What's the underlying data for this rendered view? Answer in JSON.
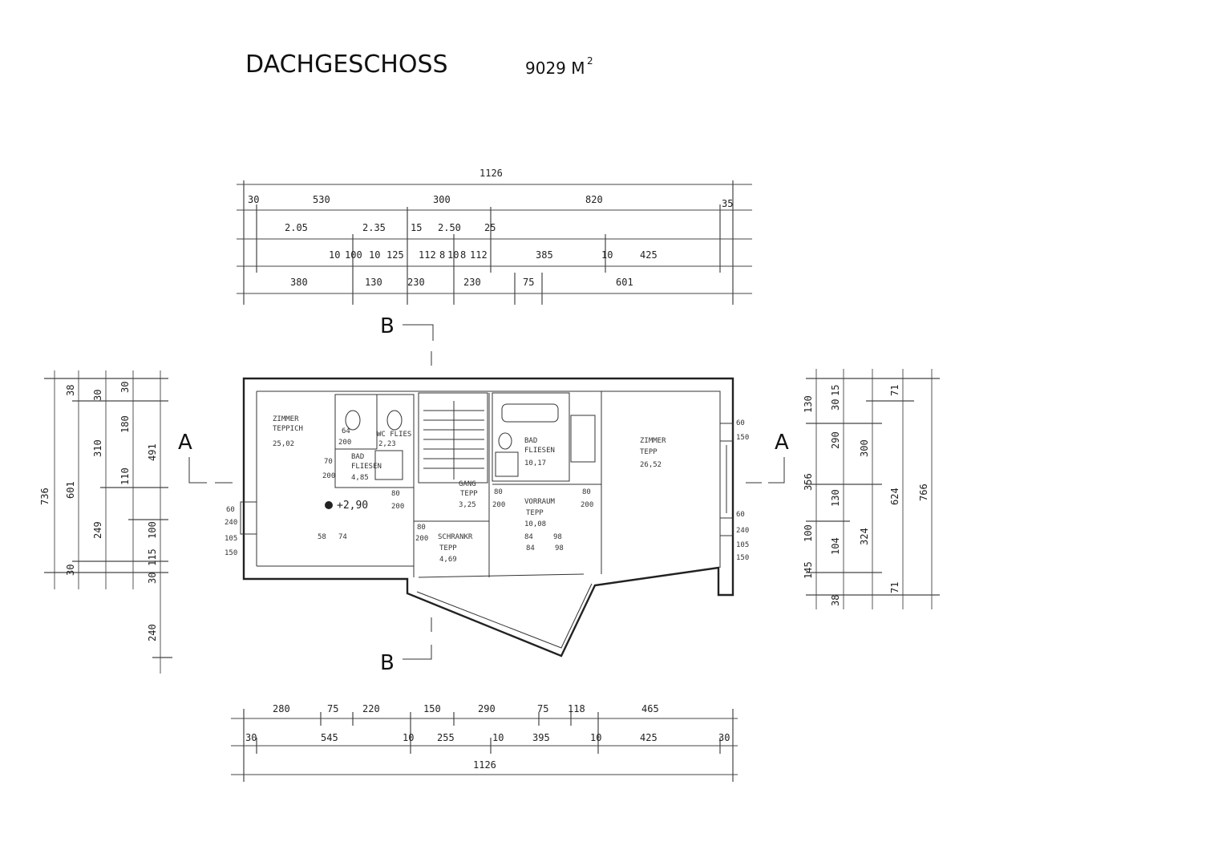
{
  "title": "DACHGESCHOSS",
  "area": "9029 M",
  "area_sup": "2",
  "section_a": "A",
  "section_b": "B",
  "top_overall": "1126",
  "top_row1": [
    "30",
    "530",
    "300",
    "820",
    "35"
  ],
  "top_row2": [
    "2.05",
    "2.35",
    "15",
    "2.50",
    "25"
  ],
  "top_row3": [
    "10",
    "100",
    "10",
    "125",
    "112",
    "8",
    "10",
    "8",
    "112",
    "385",
    "10",
    "425"
  ],
  "top_row4": [
    "380",
    "130",
    "230",
    "230",
    "75",
    "601"
  ],
  "bottom_row1": [
    "280",
    "75",
    "220",
    "150",
    "290",
    "75",
    "118",
    "465"
  ],
  "bottom_row2": [
    "30",
    "545",
    "10",
    "255",
    "10",
    "395",
    "10",
    "425",
    "30"
  ],
  "bottom_overall": "1126",
  "left_dims": [
    "736",
    "601",
    "310",
    "110",
    "180",
    "491",
    "249",
    "100",
    "115",
    "30",
    "240",
    "38",
    "30",
    "30",
    "30"
  ],
  "left_wall_dims": [
    "60",
    "240",
    "105",
    "150"
  ],
  "right_dims": [
    "130",
    "290",
    "300",
    "356",
    "624",
    "766",
    "130",
    "100",
    "104",
    "324",
    "145",
    "71",
    "71",
    "38",
    "15",
    "30"
  ],
  "right_wall_dims": [
    "60",
    "150",
    "60",
    "240",
    "105",
    "150"
  ],
  "rooms": {
    "zimmer_left": {
      "name": "ZIMMER",
      "floor": "TEPPICH",
      "area": "25,02"
    },
    "bad_left": {
      "name": "BAD",
      "floor": "FLIESEN",
      "area": "4,85"
    },
    "wc_left": {
      "name": "WC FLIES",
      "area": "2,23"
    },
    "gang": {
      "name": "GANG",
      "floor": "TEPP",
      "area": "3,25"
    },
    "schrank": {
      "name": "SCHRANKR",
      "floor": "TEPP",
      "area": "4,69"
    },
    "bad_right": {
      "name": "BAD",
      "floor": "FLIESEN",
      "area": "10,17"
    },
    "vorraum": {
      "name": "VORRAUM",
      "floor": "TEPP",
      "area": "10,08"
    },
    "zimmer_right": {
      "name": "ZIMMER",
      "floor": "TEPP",
      "area": "26,52"
    }
  },
  "height_mark": "+2,90",
  "opening_labels": [
    "70",
    "200",
    "80",
    "200",
    "80",
    "200",
    "80",
    "200",
    "80",
    "200",
    "64",
    "200"
  ],
  "window_labels": [
    "58",
    "74",
    "84",
    "98",
    "84",
    "98"
  ]
}
